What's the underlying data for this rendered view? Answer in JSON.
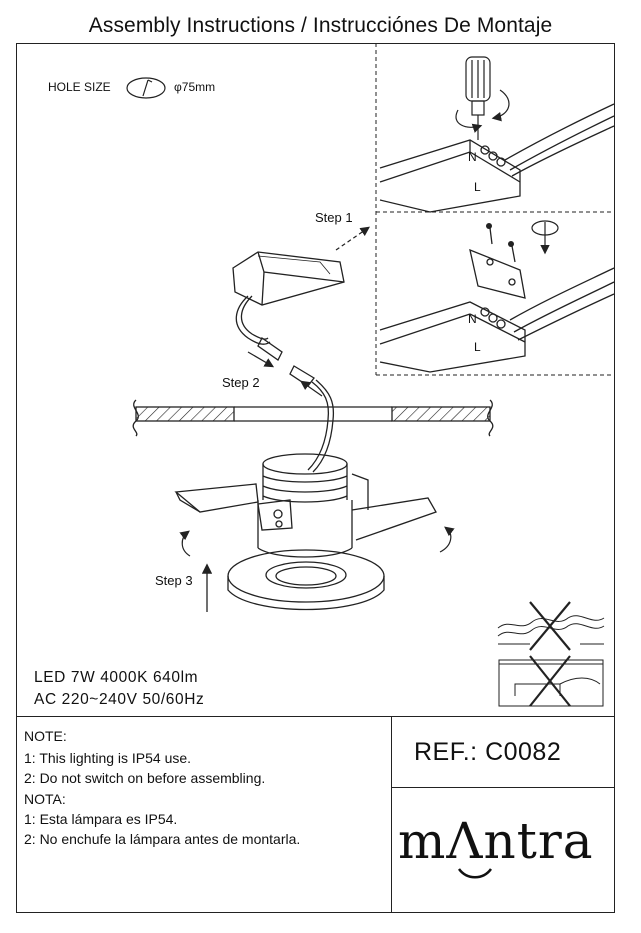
{
  "document": {
    "title": "Assembly Instructions / Instrucciónes De Montaje",
    "hole_label": "HOLE SIZE",
    "hole_size": "φ75mm",
    "steps": [
      "Step 1",
      "Step 2",
      "Step 3"
    ],
    "spec_line_1": "LED  7W  4000K  640lm",
    "spec_line_2": "AC 220~240V 50/60Hz",
    "notes": [
      "NOTE:",
      "1: This lighting is IP54 use.",
      "2: Do not switch on before assembling.",
      "NOTA:",
      "1: Esta lámpara es IP54.",
      "2: No enchufe la lámpara antes de montarla."
    ],
    "reference": "REF.:  C0082",
    "brand": "mΛntra",
    "wiring_labels": {
      "neutral": "N",
      "live": "L"
    }
  }
}
